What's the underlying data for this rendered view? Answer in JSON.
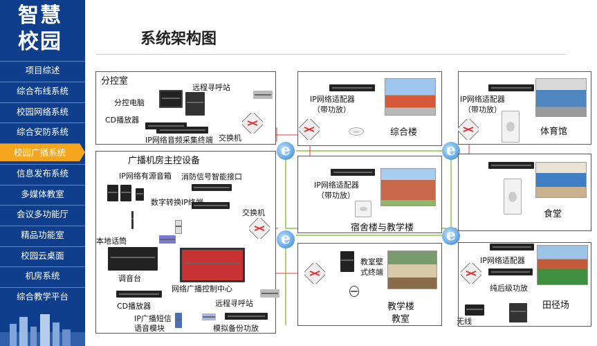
{
  "logo": {
    "line1": "智慧",
    "line2": "校园"
  },
  "nav": [
    "项目综述",
    "综合布线系统",
    "校园网络系统",
    "综合安防系统",
    "校园广播系统",
    "信息发布系统",
    "多媒体教室",
    "会议多功能厅",
    "精品功能室",
    "校园云桌面",
    "机房系统",
    "综合教学平台"
  ],
  "nav_active_index": 4,
  "page_title": "系统架构图",
  "colors": {
    "sidebar": "#0f3f8c",
    "active": "#f4a51c",
    "line_red": "#e23b3b",
    "line_green": "#8cc63f"
  },
  "sub_control": {
    "title": "分控室",
    "remote_station": "远程寻呼站",
    "pc": "分控电脑",
    "cd_player": "CD播放器",
    "ip_collector": "IP网络音频采集终端",
    "switch": "交换机"
  },
  "main_control": {
    "title": "广播机房主控设备",
    "ip_active_speaker": "IP网络有源音箱",
    "fire_interface": "消防信号智能接口",
    "digital_converter": "数字转换IP终端",
    "switch": "交换机",
    "local_mic": "本地话筒",
    "mixer": "调音台",
    "control_center": "网络广播控制中心",
    "remote_station": "远程寻呼站",
    "cd_player": "CD播放器",
    "sms_module_1": "IP广播短信",
    "sms_module_2": "语音模块",
    "backup_amp": "模拟备份功放"
  },
  "complex_bldg": {
    "adapter_1": "IP网络适配器",
    "adapter_2": "（带功放）",
    "name": "综合楼"
  },
  "dorm_bldg": {
    "adapter_1": "IP网络适配器",
    "adapter_2": "（带功放）",
    "name": "宿舍楼与教学楼"
  },
  "classroom_bldg": {
    "terminal_1": "教室壁",
    "terminal_2": "式终端",
    "name_1": "教学楼",
    "name_2": "教室"
  },
  "gym": {
    "adapter_1": "IP网络适配器",
    "adapter_2": "（带功放）",
    "name": "体育馆"
  },
  "canteen": {
    "name": "食堂"
  },
  "field": {
    "adapter": "IP网络适配器",
    "amp": "纯后级功放",
    "wireless": "无线",
    "name": "田径场"
  }
}
